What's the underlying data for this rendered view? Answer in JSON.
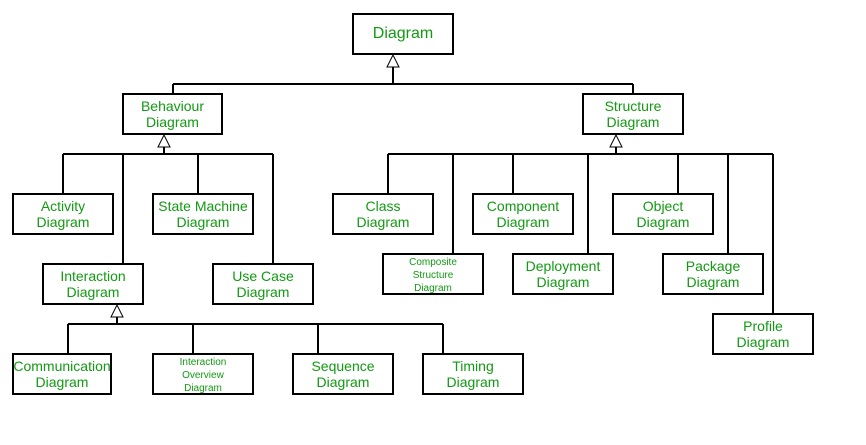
{
  "diagram": {
    "colors": {
      "text": "#129a12",
      "border": "#000000",
      "background": "#ffffff"
    },
    "nodes": [
      {
        "id": "diagram",
        "label": "Diagram",
        "parent": null
      },
      {
        "id": "behaviour",
        "label": "Behaviour\nDiagram",
        "parent": "diagram"
      },
      {
        "id": "structure",
        "label": "Structure\nDiagram",
        "parent": "diagram"
      },
      {
        "id": "activity",
        "label": "Activity\nDiagram",
        "parent": "behaviour"
      },
      {
        "id": "state-machine",
        "label": "State Machine\nDiagram",
        "parent": "behaviour"
      },
      {
        "id": "interaction",
        "label": "Interaction\nDiagram",
        "parent": "behaviour"
      },
      {
        "id": "use-case",
        "label": "Use Case\nDiagram",
        "parent": "behaviour"
      },
      {
        "id": "communication",
        "label": "Communication\nDiagram",
        "parent": "interaction"
      },
      {
        "id": "interaction-overview",
        "label": "Interaction\nOverview\nDiagram",
        "parent": "interaction"
      },
      {
        "id": "sequence",
        "label": "Sequence\nDiagram",
        "parent": "interaction"
      },
      {
        "id": "timing",
        "label": "Timing\nDiagram",
        "parent": "interaction"
      },
      {
        "id": "class",
        "label": "Class\nDiagram",
        "parent": "structure"
      },
      {
        "id": "composite-structure",
        "label": "Composite\nStructure\nDiagram",
        "parent": "structure"
      },
      {
        "id": "component",
        "label": "Component\nDiagram",
        "parent": "structure"
      },
      {
        "id": "deployment",
        "label": "Deployment\nDiagram",
        "parent": "structure"
      },
      {
        "id": "object",
        "label": "Object\nDiagram",
        "parent": "structure"
      },
      {
        "id": "package",
        "label": "Package\nDiagram",
        "parent": "structure"
      },
      {
        "id": "profile",
        "label": "Profile\nDiagram",
        "parent": "structure"
      }
    ]
  }
}
